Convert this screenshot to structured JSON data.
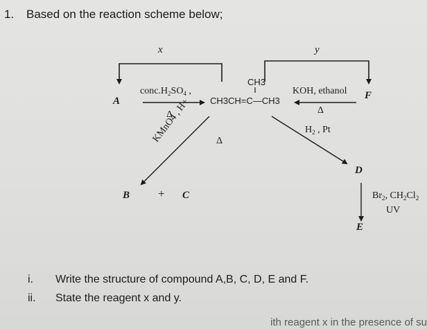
{
  "question": {
    "number": "1.",
    "prompt": "Based on the reaction scheme below;"
  },
  "scheme": {
    "reagent_x": "x",
    "reagent_y": "y",
    "compound_a": "A",
    "compound_b": "B",
    "compound_c": "C",
    "compound_d": "D",
    "compound_e": "E",
    "compound_f": "F",
    "plus": "+",
    "central": {
      "methyl": "CH3",
      "chain": "CH3CH=C—CH3"
    },
    "conc_h2so4": {
      "text": "conc.H",
      "sub1": "2",
      "mid": "SO",
      "sub2": "4",
      "tail": " ,"
    },
    "heat_left": "Δ",
    "koh": "KOH, ethanol",
    "heat_right": "Δ",
    "h2_pt": {
      "text": "H",
      "sub": "2",
      "tail": " , Pt"
    },
    "kmno4": "KMnO4 , H+",
    "heat_diag": "Δ",
    "br2": {
      "text": "Br",
      "sub1": "2",
      "mid": ", CH",
      "sub2": "2",
      "mid2": "Cl",
      "sub3": "2"
    },
    "uv": "UV"
  },
  "sub_questions": [
    {
      "num": "i.",
      "text": "Write the structure of compound A,B, C, D, E and F."
    },
    {
      "num": "ii.",
      "text": "State the reagent x and y."
    }
  ],
  "footer_fragment": "ith reagent x in the presence of sunl"
}
